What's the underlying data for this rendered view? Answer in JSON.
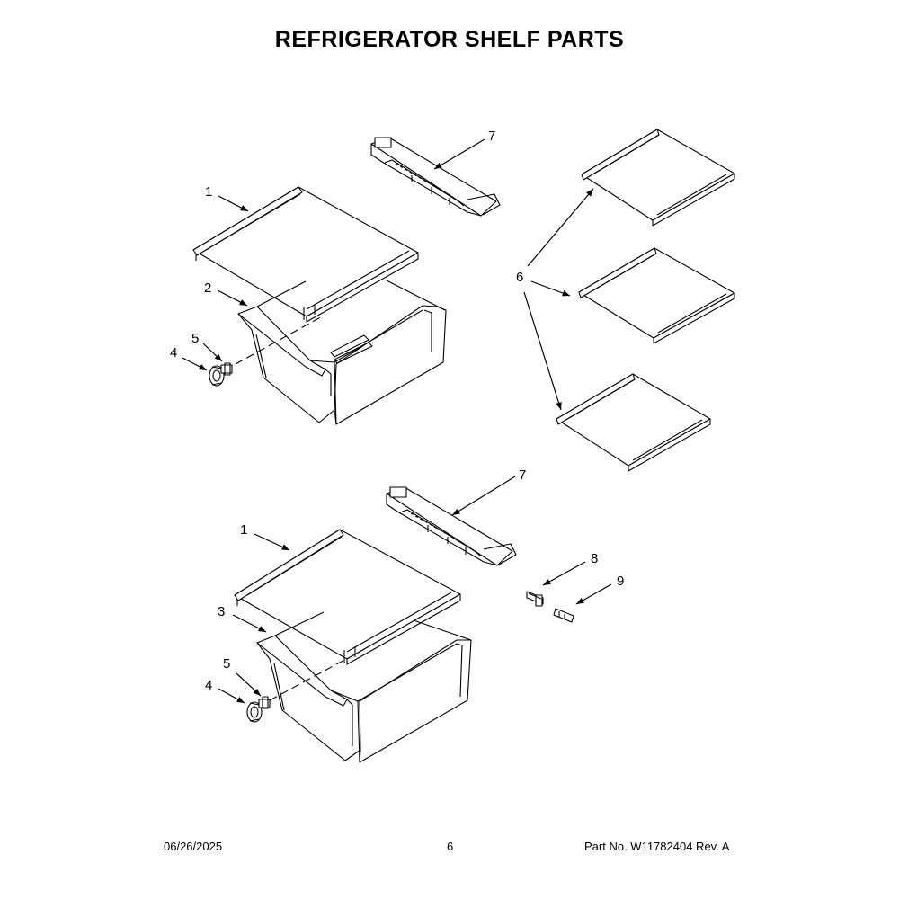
{
  "title": "REFRIGERATOR SHELF PARTS",
  "callouts": {
    "c1a": "1",
    "c2": "2",
    "c4a": "4",
    "c5a": "5",
    "c7a": "7",
    "c6": "6",
    "c7b": "7",
    "c1b": "1",
    "c3": "3",
    "c5b": "5",
    "c4b": "4",
    "c8": "8",
    "c9": "9"
  },
  "footer": {
    "date": "06/26/2025",
    "page": "6",
    "part": "Part No.  W11782404  Rev.  A"
  },
  "colors": {
    "line": "#000000",
    "background": "#ffffff"
  }
}
